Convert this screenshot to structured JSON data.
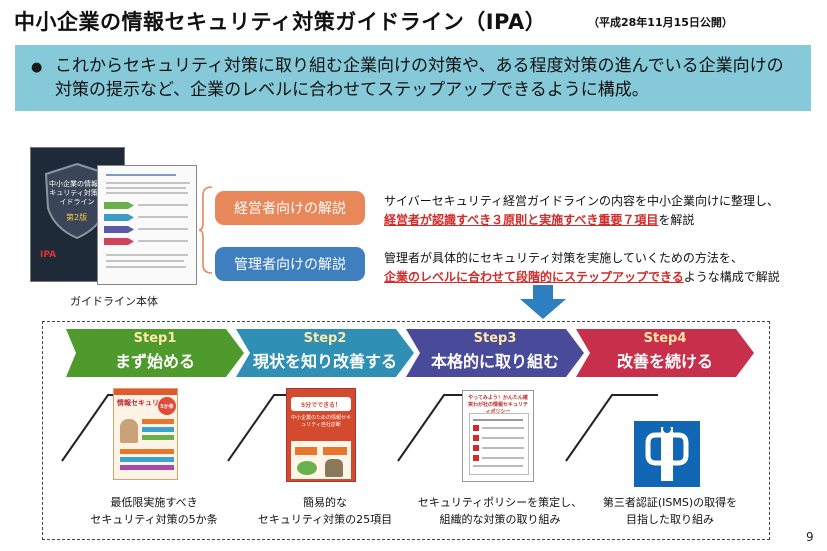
{
  "title": "中小企業の情報セキュリティ対策ガイドライン（IPA）",
  "title_date": "（平成28年11月15日公開）",
  "banner": {
    "bullet": "●",
    "text": "これからセキュリティ対策に取り組む企業向けの対策や、ある程度対策の進んでいる企業向けの対策の提示など、企業のレベルに合わせてステップアップできるように構成。"
  },
  "book": {
    "cover_title": "中小企業の情報セキュリティ対策ガイドライン",
    "cover_version": "第2版",
    "cover_publisher": "IPA",
    "caption": "ガイドライン本体"
  },
  "roles": [
    {
      "label": "経営者向けの解説",
      "line1": "サイバーセキュリティ経営ガイドラインの内容を中小企業向けに整理し、",
      "line2_em": "経営者が認識すべき３原則と実施すべき重要７項目",
      "line2_rest": "を解説"
    },
    {
      "label": "管理者向けの解説",
      "line1": "管理者が具体的にセキュリティ対策を実施していくための方法を、",
      "line2_em": "企業のレベルに合わせて段階的にステップアップできる",
      "line2_rest": "ような構成で解説"
    }
  ],
  "steps": [
    {
      "num": "Step1",
      "name": "まず始める",
      "color": "#4f9a2c",
      "caption1": "最低限実施すべき",
      "caption2": "セキュリティ対策の5か条"
    },
    {
      "num": "Step2",
      "name": "現状を知り改善する",
      "color": "#2f8fb5",
      "caption1": "簡易的な",
      "caption2": "セキュリティ対策の25項目"
    },
    {
      "num": "Step3",
      "name": "本格的に取り組む",
      "color": "#4a4a9a",
      "caption1": "セキュリティポリシーを策定し、",
      "caption2": "組織的な対策の取り組み"
    },
    {
      "num": "Step4",
      "name": "改善を続ける",
      "color": "#c72f4a",
      "caption1": "第三者認証(ISMS)の取得を",
      "caption2": "目指した取り組み"
    }
  ],
  "step_docs": {
    "doc1_title": "情報セキュリティ",
    "doc1_badge": "5か条",
    "doc2_badge": "5分でできる！",
    "doc2_subtitle": "中小企業のための情報セキュリティ自社診断",
    "doc3_title": "やってみよう！かんたん確実わが社の情報セキュリティポリシー"
  },
  "page_number": "9"
}
